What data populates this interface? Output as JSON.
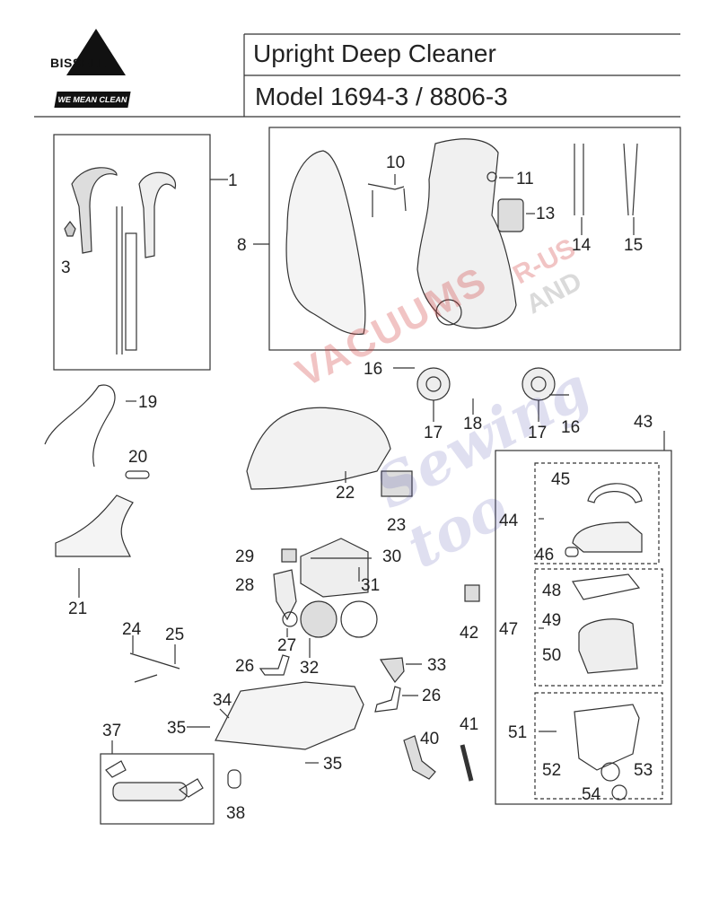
{
  "brand": {
    "name": "BISSELL",
    "tagline": "WE MEAN CLEAN"
  },
  "header": {
    "title": "Upright Deep Cleaner",
    "model": "Model 1694-3 / 8806-3"
  },
  "watermark": {
    "line1": "VACUUMS",
    "line2": "R-US",
    "line3": "AND",
    "script": "Sewing too"
  },
  "callouts": {
    "c1": "1",
    "c3": "3",
    "c8": "8",
    "c10": "10",
    "c11": "11",
    "c13": "13",
    "c14": "14",
    "c15": "15",
    "c16a": "16",
    "c16b": "16",
    "c17a": "17",
    "c17b": "17",
    "c18": "18",
    "c19": "19",
    "c20": "20",
    "c21": "21",
    "c22": "22",
    "c23": "23",
    "c24": "24",
    "c25": "25",
    "c26a": "26",
    "c26b": "26",
    "c27": "27",
    "c28": "28",
    "c29": "29",
    "c30": "30",
    "c31": "31",
    "c32": "32",
    "c33": "33",
    "c34": "34",
    "c35a": "35",
    "c35b": "35",
    "c37": "37",
    "c38": "38",
    "c40": "40",
    "c41": "41",
    "c42": "42",
    "c43": "43",
    "c44": "44",
    "c45": "45",
    "c46": "46",
    "c47": "47",
    "c48": "48",
    "c49": "49",
    "c50": "50",
    "c51": "51",
    "c52": "52",
    "c53": "53",
    "c54": "54"
  }
}
